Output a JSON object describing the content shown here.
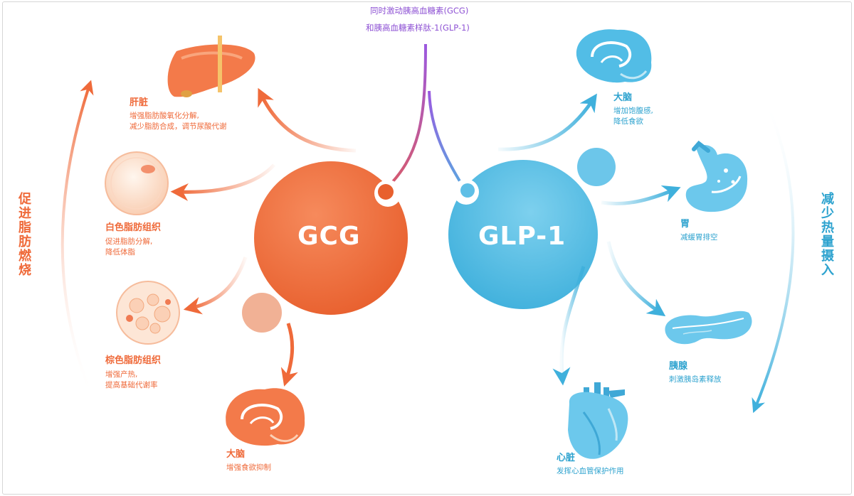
{
  "top": {
    "line1": "同时激动胰高血糖素(GCG)",
    "line2": "和胰高血糖素样肽-1(GLP-1)"
  },
  "gcg": {
    "label": "GCG",
    "side_label": "促进脂肪燃烧",
    "targets": [
      {
        "title": "肝脏",
        "lines": [
          "增强脂肪酸氧化分解,",
          "减少脂肪合成，调节尿酸代谢"
        ]
      },
      {
        "title": "白色脂肪组织",
        "lines": [
          "促进脂肪分解,",
          "降低体脂"
        ]
      },
      {
        "title": "棕色脂肪组织",
        "lines": [
          "增强产热,",
          "提高基础代谢率"
        ]
      },
      {
        "title": "大脑",
        "lines": [
          "增强食欲抑制"
        ]
      }
    ]
  },
  "glp1": {
    "label": "GLP-1",
    "side_label": "减少热量摄入",
    "targets": [
      {
        "title": "大脑",
        "lines": [
          "增加饱腹感,",
          "降低食欲"
        ]
      },
      {
        "title": "胃",
        "lines": [
          "减缓胃排空"
        ]
      },
      {
        "title": "胰腺",
        "lines": [
          "刺激胰岛素释放"
        ]
      },
      {
        "title": "心脏",
        "lines": [
          "发挥心血管保护作用"
        ]
      }
    ]
  },
  "icons": [
    "liver-icon",
    "white-fat-icon",
    "brown-fat-icon",
    "brain-icon",
    "stomach-icon",
    "pancreas-icon",
    "heart-icon"
  ],
  "colors": {
    "gcg_orange": "#ef6a3a",
    "glp1_blue": "#3fb4e0",
    "top_purple": "#8e52d4"
  }
}
